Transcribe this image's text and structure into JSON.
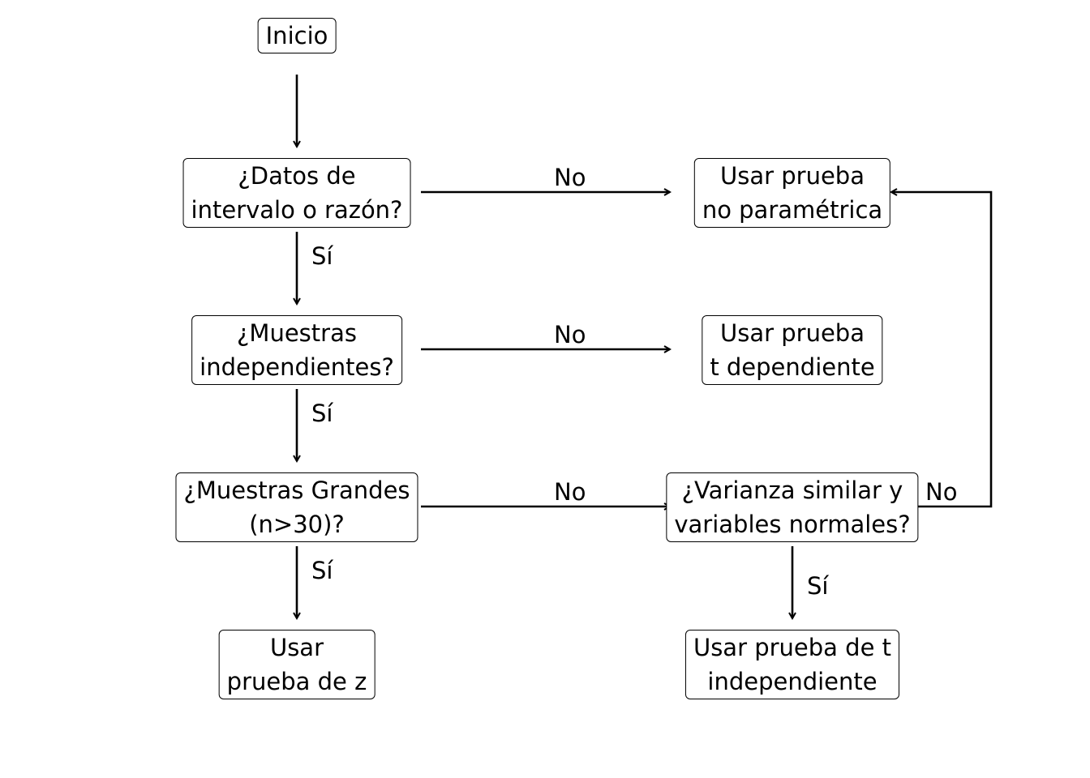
{
  "nodes": {
    "inicio": {
      "lines": [
        "Inicio"
      ]
    },
    "datos": {
      "lines": [
        "¿Datos de",
        "intervalo o razón?"
      ]
    },
    "muestras_ind": {
      "lines": [
        "¿Muestras",
        "independientes?"
      ]
    },
    "muestras_grandes": {
      "lines": [
        "¿Muestras Grandes",
        "(n>30)?"
      ]
    },
    "prueba_z": {
      "lines": [
        "Usar",
        "prueba de z"
      ]
    },
    "no_parametrica": {
      "lines": [
        "Usar prueba",
        "no paramétrica"
      ]
    },
    "t_dependiente": {
      "lines": [
        "Usar prueba",
        "t dependiente"
      ]
    },
    "varianza": {
      "lines": [
        "¿Varianza similar y",
        "variables normales?"
      ]
    },
    "t_independiente": {
      "lines": [
        "Usar prueba de t",
        "independiente"
      ]
    }
  },
  "edges": {
    "datos_no": "No",
    "datos_si": "Sí",
    "muestras_ind_no": "No",
    "muestras_ind_si": "Sí",
    "muestras_grandes_no": "No",
    "muestras_grandes_si": "Sí",
    "varianza_no": "No",
    "varianza_si": "Sí"
  }
}
